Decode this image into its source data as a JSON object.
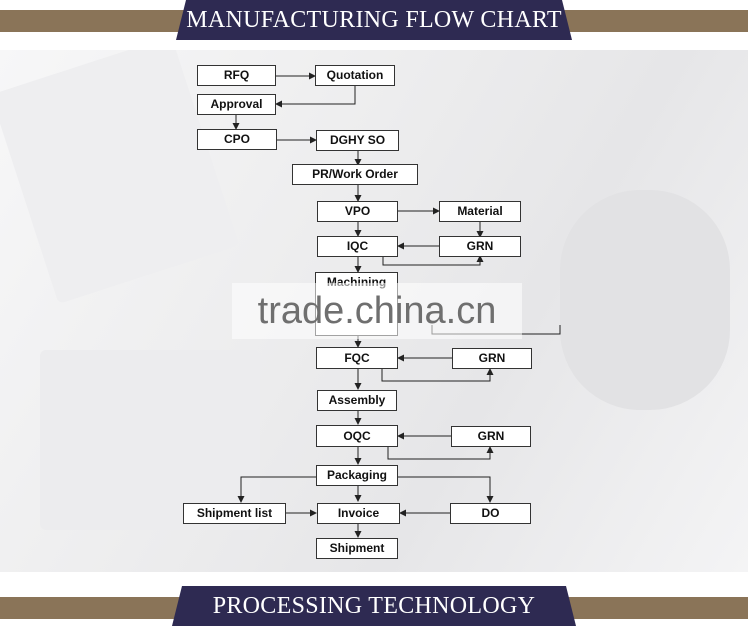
{
  "header": {
    "title": "MANUFACTURING FLOW CHART"
  },
  "footer": {
    "title": "PROCESSING TECHNOLOGY"
  },
  "watermark": {
    "text": "trade.china.cn"
  },
  "colors": {
    "band": "#8a7458",
    "banner": "#2e2a52",
    "box_border": "#333333"
  },
  "flowchart": {
    "nodes": {
      "rfq": "RFQ",
      "quotation": "Quotation",
      "approval": "Approval",
      "cpo": "CPO",
      "dghy_so": "DGHY SO",
      "pr_work_order": "PR/Work Order",
      "vpo": "VPO",
      "material": "Material",
      "iqc": "IQC",
      "grn_1": "GRN",
      "machining": "Machining",
      "fqc": "FQC",
      "grn_2": "GRN",
      "assembly": "Assembly",
      "oqc": "OQC",
      "grn_3": "GRN",
      "packaging": "Packaging",
      "shipment_list": "Shipment list",
      "invoice": "Invoice",
      "do": "DO",
      "shipment": "Shipment"
    }
  }
}
